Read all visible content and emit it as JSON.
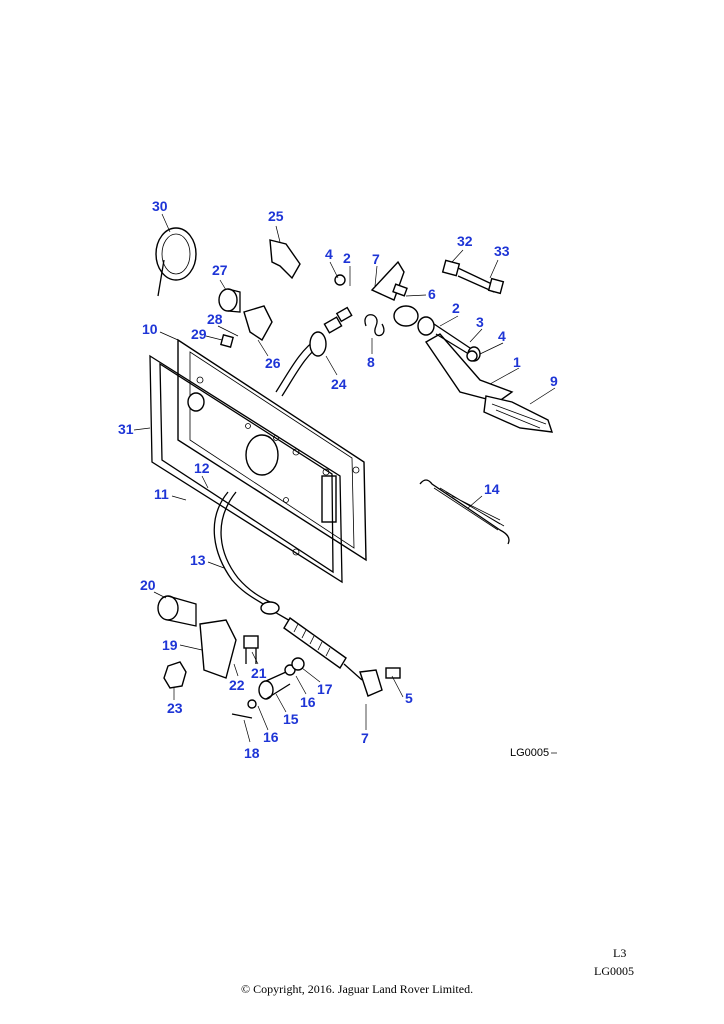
{
  "diagram": {
    "figure_code": "LG0005",
    "callouts": [
      "1",
      "2",
      "3",
      "4",
      "5",
      "6",
      "7",
      "8",
      "9",
      "10",
      "11",
      "12",
      "13",
      "14",
      "15",
      "16",
      "17",
      "18",
      "19",
      "20",
      "21",
      "22",
      "23",
      "24",
      "25",
      "26",
      "27",
      "28",
      "29",
      "30",
      "31",
      "32",
      "33"
    ]
  },
  "footer": {
    "page_ref": "L3",
    "figure_code": "LG0005",
    "copyright": "© Copyright, 2016. Jaguar Land Rover Limited."
  },
  "colors": {
    "callout": "#1e35d6",
    "line": "#000000",
    "background": "#ffffff"
  }
}
